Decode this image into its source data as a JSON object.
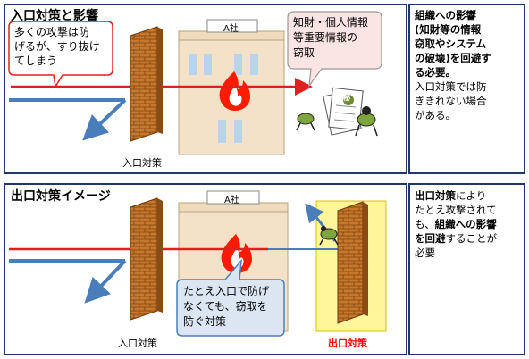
{
  "panels": [
    {
      "title": "入口対策と影響",
      "building_sign": "A社",
      "attack_callout": [
        "多くの攻撃は防",
        "げるが、すり抜け",
        "てしまう"
      ],
      "theft_callout": [
        "知財・個人情報",
        "等重要情報の",
        "窃取"
      ],
      "document_mark": "秘",
      "wall_label": "入口対策",
      "side": {
        "bold_lines": [
          "組織への影響",
          "(知財等の情報",
          "窃取やシステム",
          "の破壊)を回避す",
          "る必要。"
        ],
        "normal_lines": [
          "入口対策では防",
          "ぎきれない場合",
          "がある。"
        ]
      }
    },
    {
      "title": "出口対策イメージ",
      "building_sign": "A社",
      "callout": [
        "たとえ入口で防げ",
        "なくても、窃取を",
        "防ぐ対策"
      ],
      "entrance_label": "入口対策",
      "exit_label": "出口対策",
      "side": {
        "line1_bold": "出口対策",
        "line1_rest": "により",
        "line2": "たとえ攻撃されて",
        "line3": "も、",
        "line3_bold": "組織への影響",
        "line4_bold": "を回避",
        "line4_rest": "することが",
        "line5": "必要"
      }
    }
  ],
  "colors": {
    "border": "#1f3864",
    "attack_arrow": "#e02020",
    "deflect_arrow": "#4a7ebb",
    "brick": "#c8782c",
    "building": "#f3e2c7",
    "exit_highlight": "#fff59a",
    "exit_label": "#ff0000"
  }
}
